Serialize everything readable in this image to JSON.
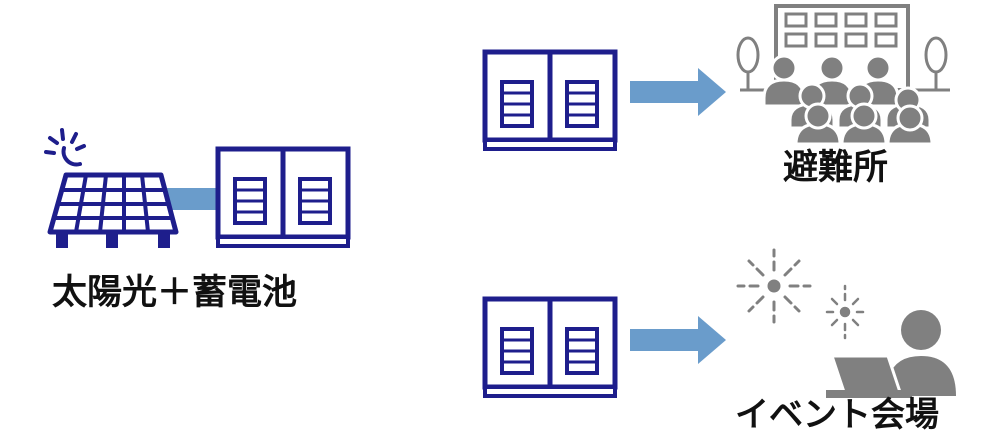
{
  "labels": {
    "source": "太陽光＋蓄電池",
    "shelter": "避難所",
    "event": "イベント会場"
  },
  "colors": {
    "navy": "#1e1e8c",
    "arrow": "#6a9ccb",
    "gray": "#808080"
  }
}
